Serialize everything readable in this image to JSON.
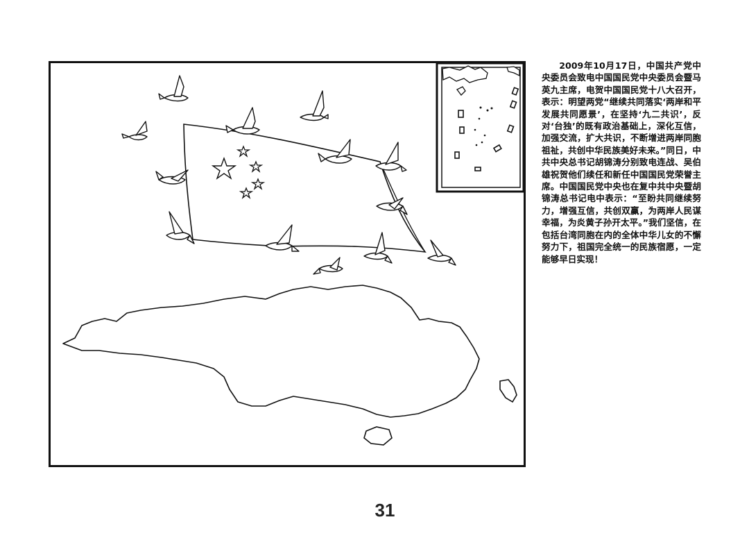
{
  "caption": {
    "text": "2009年10月17日，中国共产党中央委员会致电中国国民党中央委员会暨马英九主席，电贺中国国民党十八大召开，表示：明望两党“继续共同落实‘两岸和平发展共同愿景’，在坚持‘九二共识’，反对‘台独’的既有政治基础上，深化互信，加强交流，扩大共识，不断增进两岸同胞祖祉，共创中华民族美好未来。”同日，中共中央总书记胡锦涛分别致电连战、吴伯雄祝贺他们续任和新任中国国民党荣誉主席。中国国民党中央也在复中共中央暨胡锦涛总书记电中表示：“至盼共同继续努力，增强互信，共创双赢，为两岸人民谋幸福，为炎黄子孙开太平。”我们坚信，在包括台湾同胞在内的全体中华儿女的不懈努力下，祖国完全统一的民族宿愿，一定能够早日实现！"
  },
  "page": {
    "number": "31"
  },
  "illustration": {
    "flag_star_count": 5,
    "dove_count": 13
  }
}
